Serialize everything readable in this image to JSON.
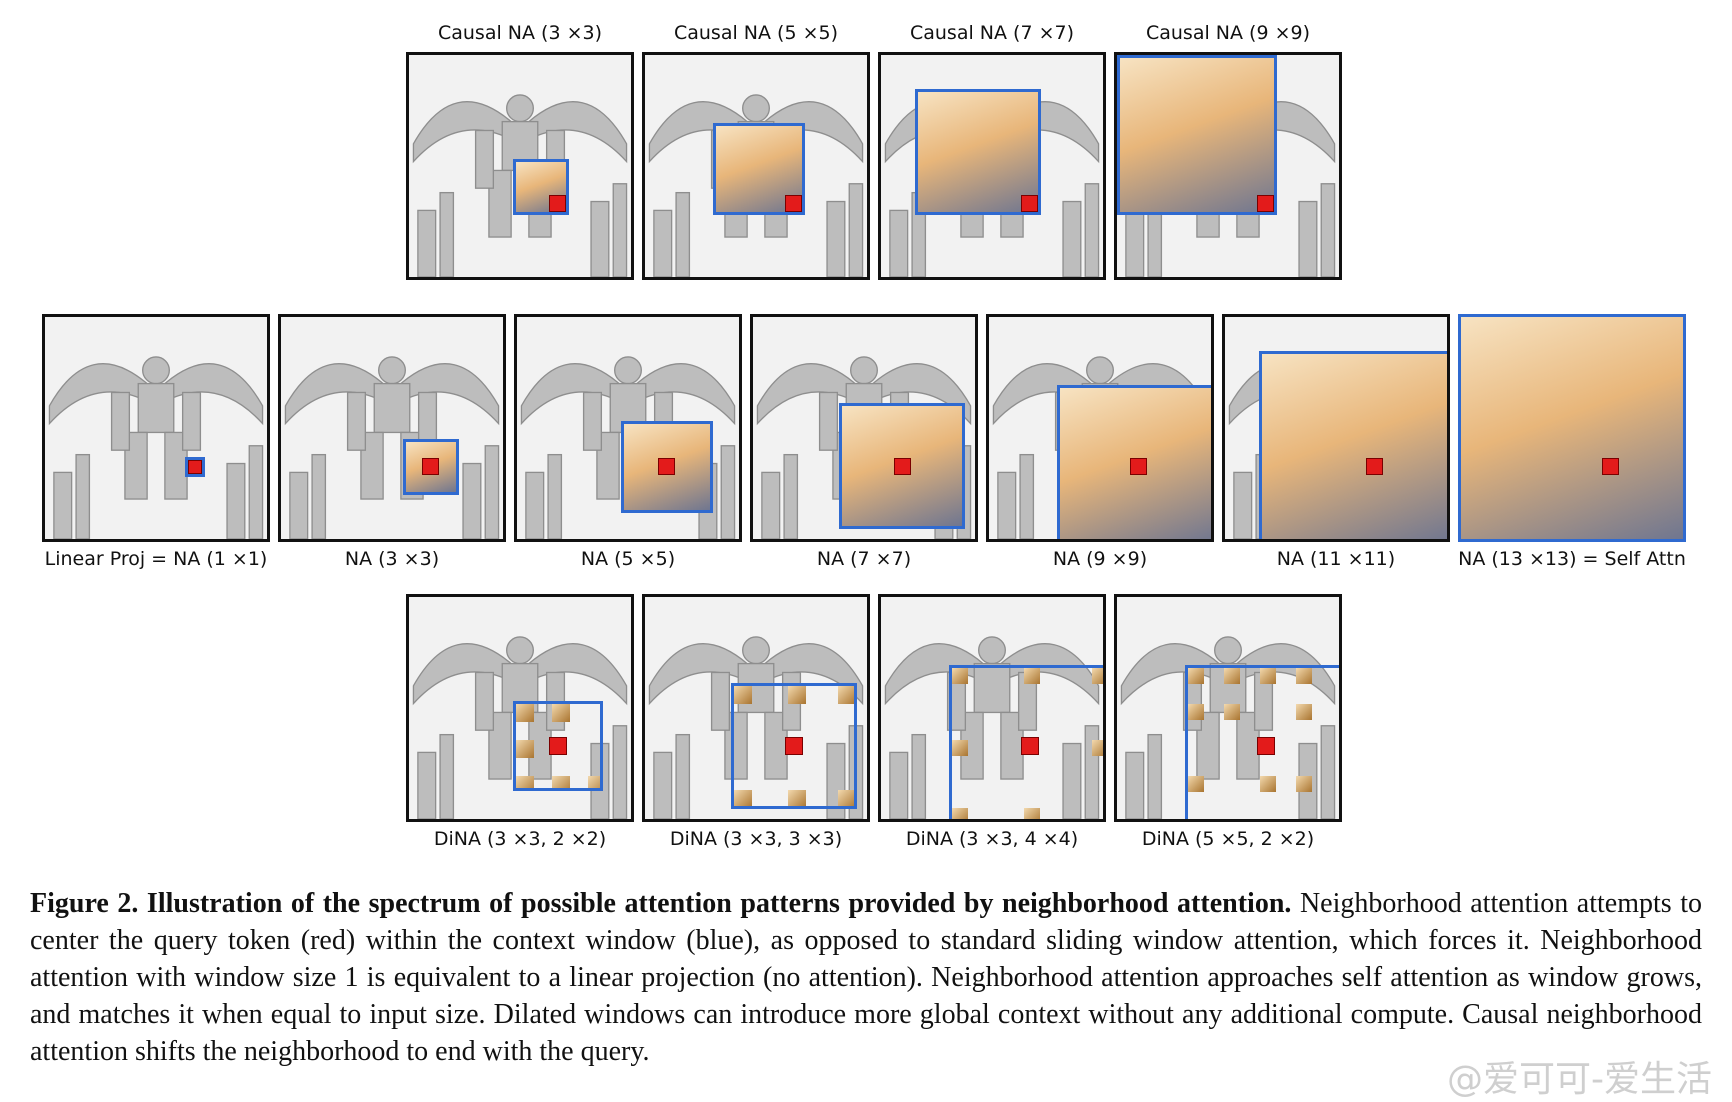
{
  "figure": {
    "rows": [
      {
        "tiles": [
          {
            "label": "Causal NA (3 ×3)"
          },
          {
            "label": "Causal NA (5 ×5)"
          },
          {
            "label": "Causal NA (7 ×7)"
          },
          {
            "label": "Causal NA (9 ×9)"
          }
        ]
      },
      {
        "tiles": [
          {
            "label": "Linear Proj = NA (1 ×1)"
          },
          {
            "label": "NA (3 ×3)"
          },
          {
            "label": "NA (5 ×5)"
          },
          {
            "label": "NA (7 ×7)"
          },
          {
            "label": "NA (9 ×9)"
          },
          {
            "label": "NA (11 ×11)"
          },
          {
            "label": "NA (13 ×13) = Self Attn"
          }
        ]
      },
      {
        "tiles": [
          {
            "label": "DiNA (3 ×3, 2 ×2)"
          },
          {
            "label": "DiNA (3 ×3, 3 ×3)"
          },
          {
            "label": "DiNA (3 ×3, 4 ×4)"
          },
          {
            "label": "DiNA (5 ×5, 2 ×2)"
          }
        ]
      }
    ],
    "colors": {
      "query": "#e31b1b",
      "context_window": "#2f6ad0"
    }
  },
  "caption": {
    "title": "Figure 2.  Illustration of the spectrum of possible attention patterns provided by neighborhood attention.",
    "body": " Neighborhood attention attempts to center the query token (red) within the context window (blue), as opposed to standard sliding window attention, which forces it. Neighborhood attention with window size 1 is equivalent to a linear projection (no attention). Neighborhood attention approaches self attention as window grows, and matches it when equal to input size. Dilated windows can introduce more global context without any additional compute. Causal neighborhood attention shifts the neighborhood to end with the query."
  },
  "watermark": "@爱可可-爱生活"
}
